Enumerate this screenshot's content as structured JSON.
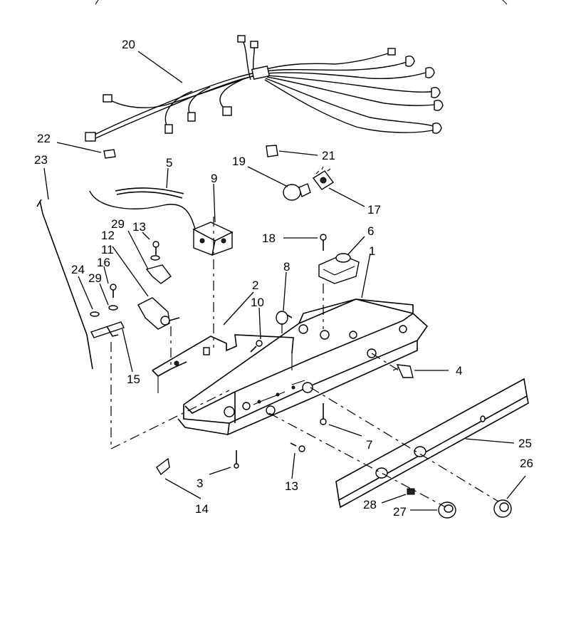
{
  "callouts": [
    {
      "id": "1",
      "label": "1"
    },
    {
      "id": "2",
      "label": "2"
    },
    {
      "id": "3",
      "label": "3"
    },
    {
      "id": "4",
      "label": "4"
    },
    {
      "id": "5",
      "label": "5"
    },
    {
      "id": "6",
      "label": "6"
    },
    {
      "id": "7",
      "label": "7"
    },
    {
      "id": "8",
      "label": "8"
    },
    {
      "id": "9",
      "label": "9"
    },
    {
      "id": "10",
      "label": "10"
    },
    {
      "id": "11",
      "label": "11"
    },
    {
      "id": "12",
      "label": "12"
    },
    {
      "id": "13a",
      "label": "13"
    },
    {
      "id": "13b",
      "label": "13"
    },
    {
      "id": "14",
      "label": "14"
    },
    {
      "id": "15",
      "label": "15"
    },
    {
      "id": "16",
      "label": "16"
    },
    {
      "id": "17",
      "label": "17"
    },
    {
      "id": "18",
      "label": "18"
    },
    {
      "id": "19",
      "label": "19"
    },
    {
      "id": "20",
      "label": "20"
    },
    {
      "id": "21",
      "label": "21"
    },
    {
      "id": "22",
      "label": "22"
    },
    {
      "id": "23",
      "label": "23"
    },
    {
      "id": "24",
      "label": "24"
    },
    {
      "id": "25",
      "label": "25"
    },
    {
      "id": "26",
      "label": "26"
    },
    {
      "id": "27",
      "label": "27"
    },
    {
      "id": "28",
      "label": "28"
    },
    {
      "id": "29a",
      "label": "29"
    },
    {
      "id": "29b",
      "label": "29"
    }
  ]
}
